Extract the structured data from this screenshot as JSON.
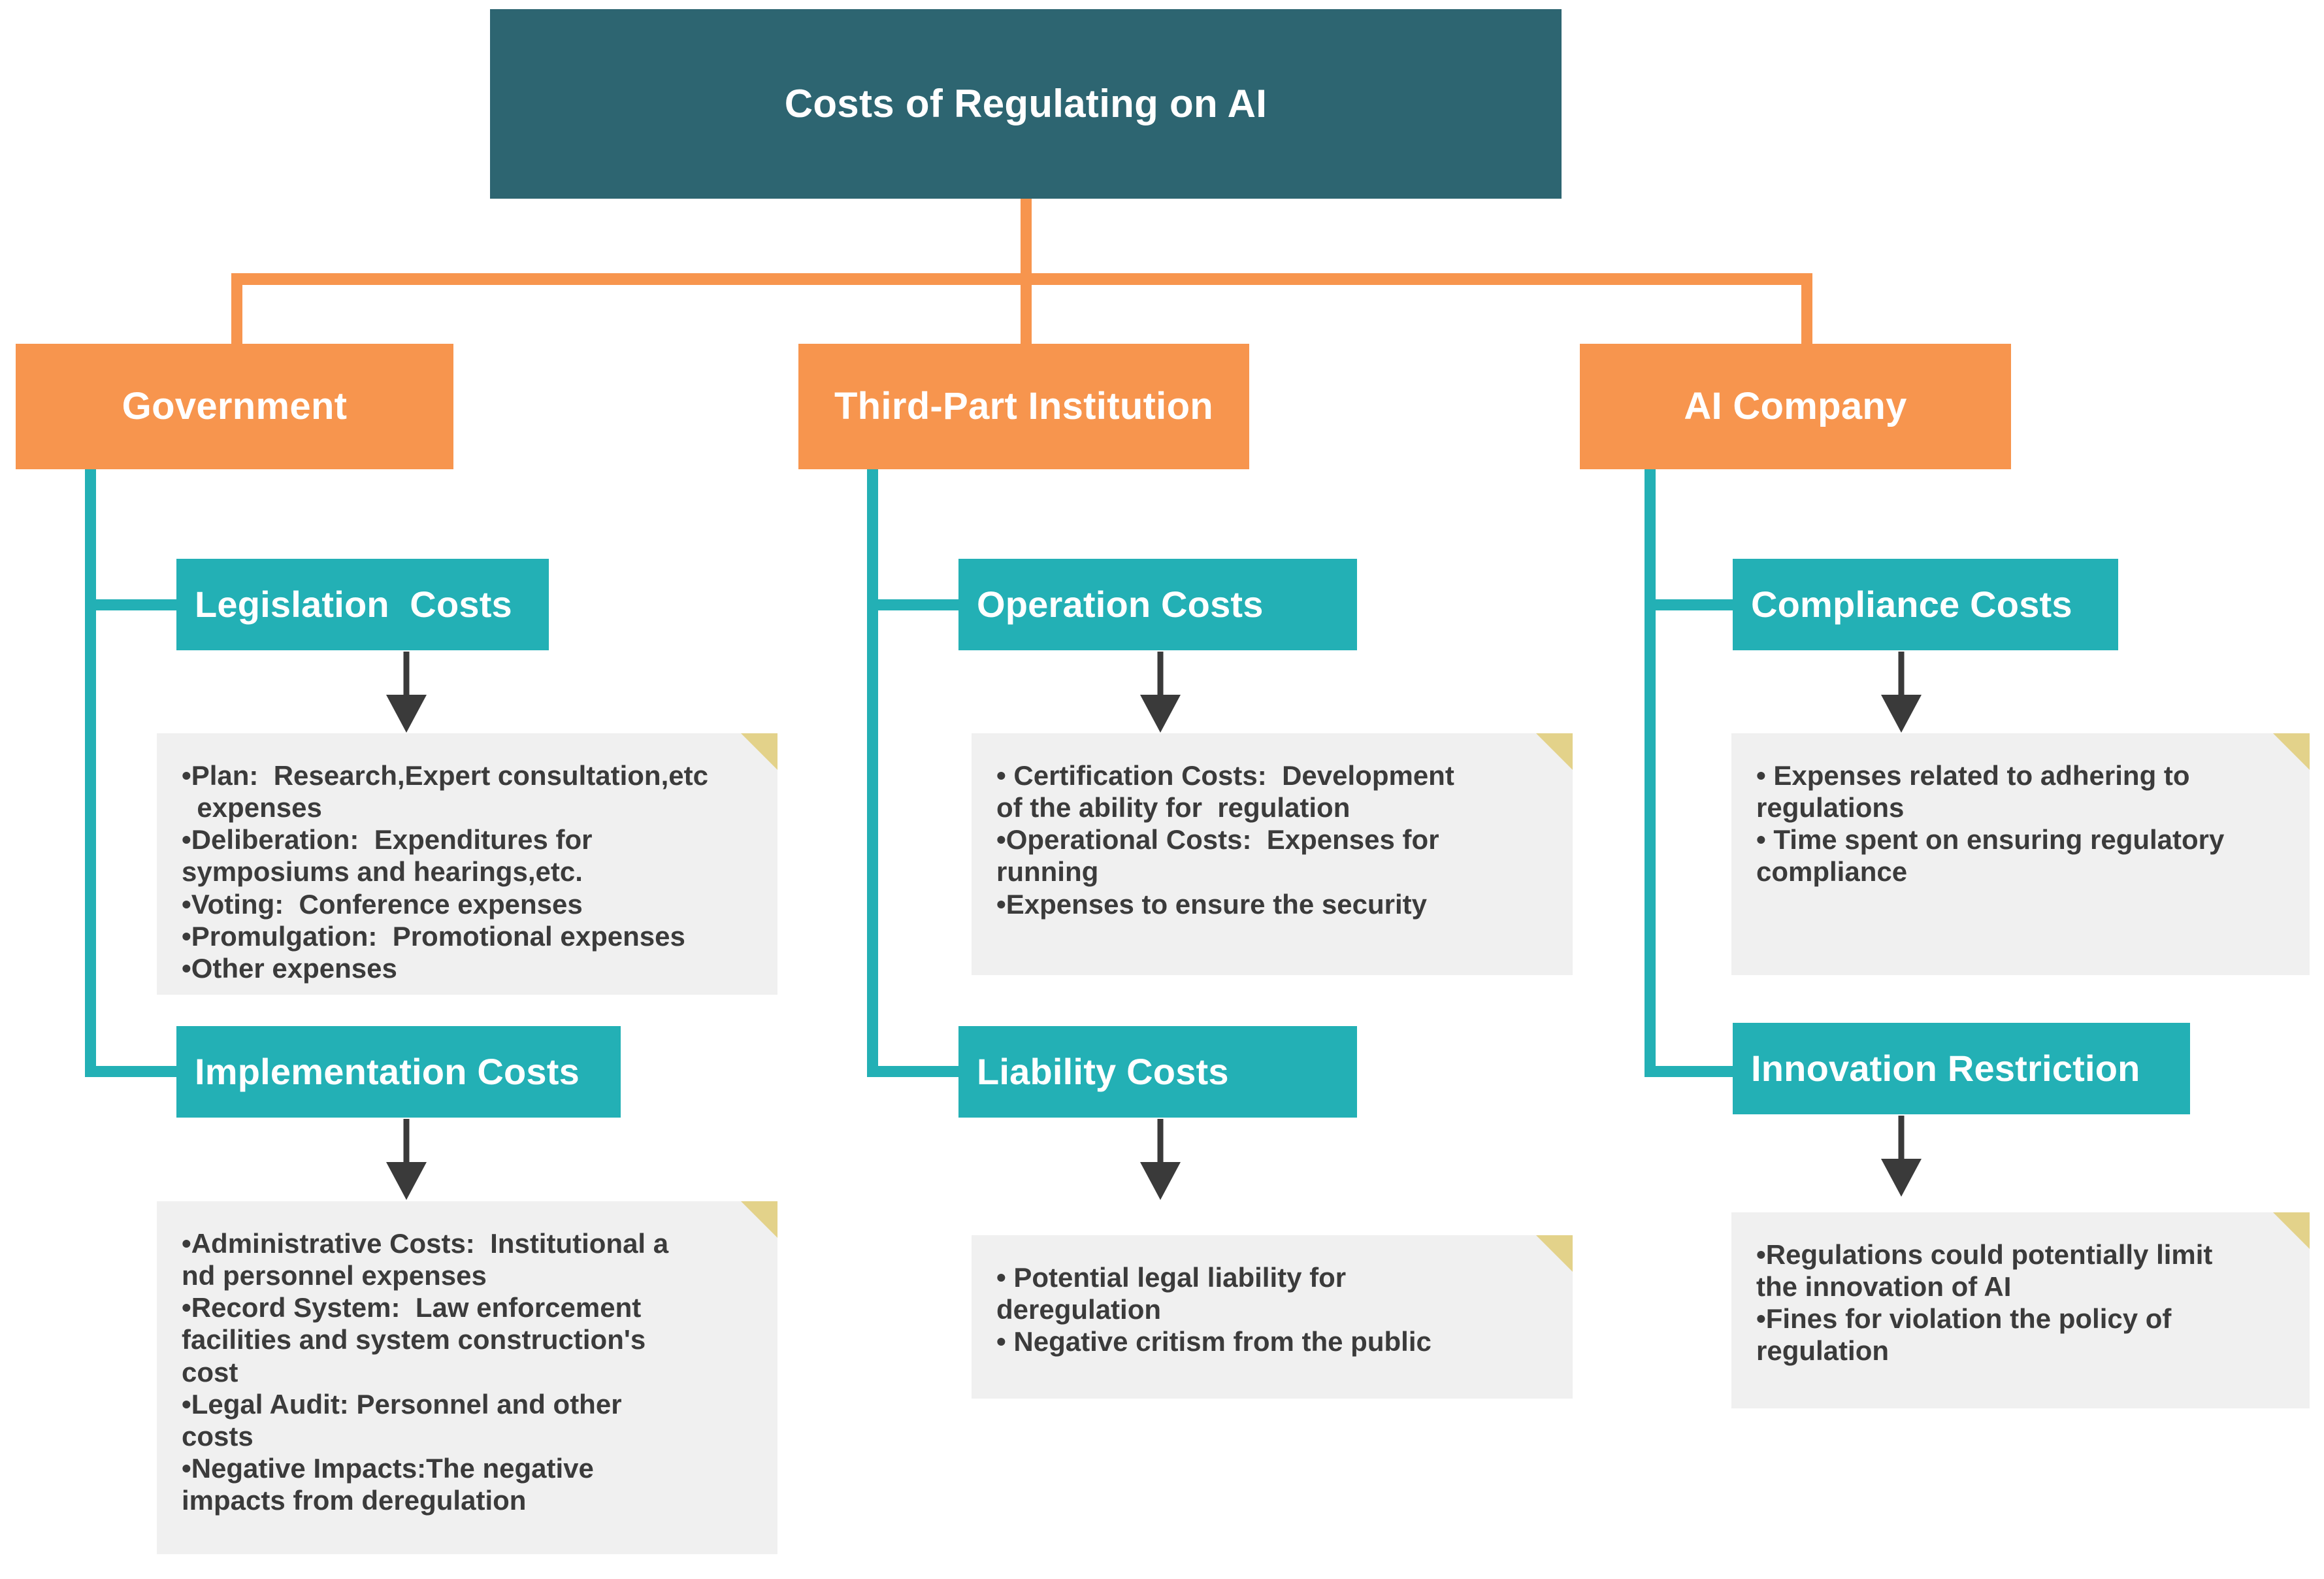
{
  "diagram": {
    "title": "Costs of Regulating on AI",
    "accent_colors": {
      "root": "#2d6571",
      "branch": "#f7954e",
      "category": "#23b0b5",
      "note_bg": "#f0f0f0",
      "note_fold": "#e3d28a",
      "arrow": "#3a3a3a"
    },
    "branches": [
      {
        "label": "Government",
        "categories": [
          {
            "label": "Legislation  Costs",
            "note_lines": [
              "•Plan:  Research,Expert consultation,etc",
              "  expenses",
              "•Deliberation:  Expenditures for",
              "symposiums and hearings,etc.",
              "•Voting:  Conference expenses",
              "•Promulgation:  Promotional expenses",
              "•Other expenses"
            ]
          },
          {
            "label": "Implementation Costs",
            "note_lines": [
              "•Administrative Costs:  Institutional a",
              "nd personnel expenses",
              "•Record System:  Law enforcement",
              "facilities and system construction's",
              "cost",
              "•Legal Audit: Personnel and other",
              "costs",
              "•Negative Impacts:The negative",
              "impacts from deregulation"
            ]
          }
        ]
      },
      {
        "label": "Third-Part Institution",
        "categories": [
          {
            "label": "Operation Costs",
            "note_lines": [
              "• Certification Costs:  Development",
              "of the ability for  regulation",
              "•Operational Costs:  Expenses for",
              "running",
              "•Expenses to ensure the security"
            ]
          },
          {
            "label": "Liability Costs",
            "note_lines": [
              "• Potential legal liability for",
              "deregulation",
              "• Negative critism from the public"
            ]
          }
        ]
      },
      {
        "label": "AI Company",
        "categories": [
          {
            "label": "Compliance Costs",
            "note_lines": [
              "• Expenses related to adhering to",
              "regulations",
              "• Time spent on ensuring regulatory",
              "compliance"
            ]
          },
          {
            "label": "Innovation Restriction",
            "note_lines": [
              "•Regulations could potentially limit",
              "the innovation of AI",
              "•Fines for violation the policy of",
              "regulation"
            ]
          }
        ]
      }
    ]
  }
}
